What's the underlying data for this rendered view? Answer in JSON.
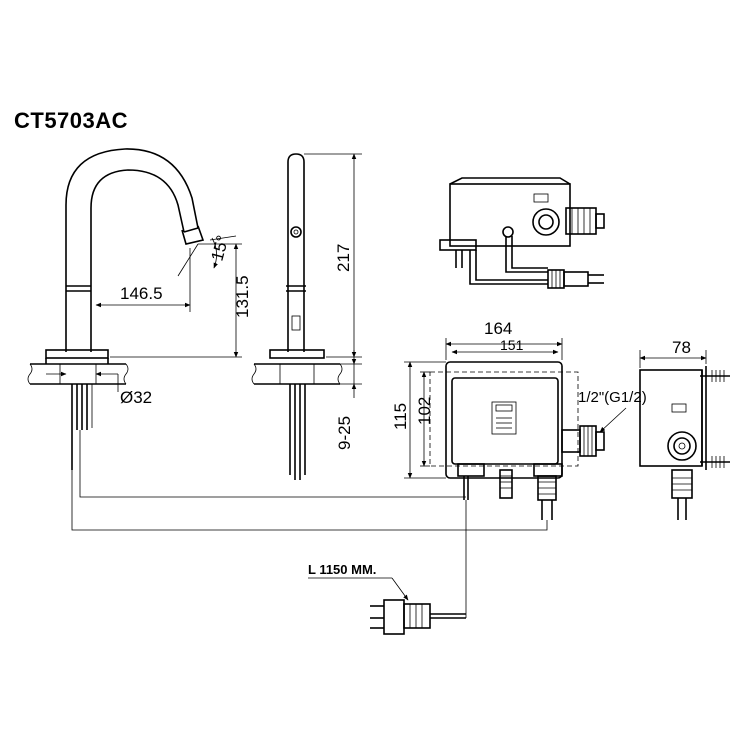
{
  "title": "CT5703AC",
  "dimensions": {
    "spout_reach": "146.5",
    "spout_height": "131.5",
    "angle": "15°",
    "hole_diameter": "Ø32",
    "total_height": "217",
    "deck_thickness": "9-25",
    "box_width_outer": "164",
    "box_width_inner": "151",
    "box_height_outer": "115",
    "box_height_inner": "102",
    "box_depth": "78",
    "cable_length": "L 1150 MM.",
    "thread_size": "1/2\"(G1/2)"
  }
}
